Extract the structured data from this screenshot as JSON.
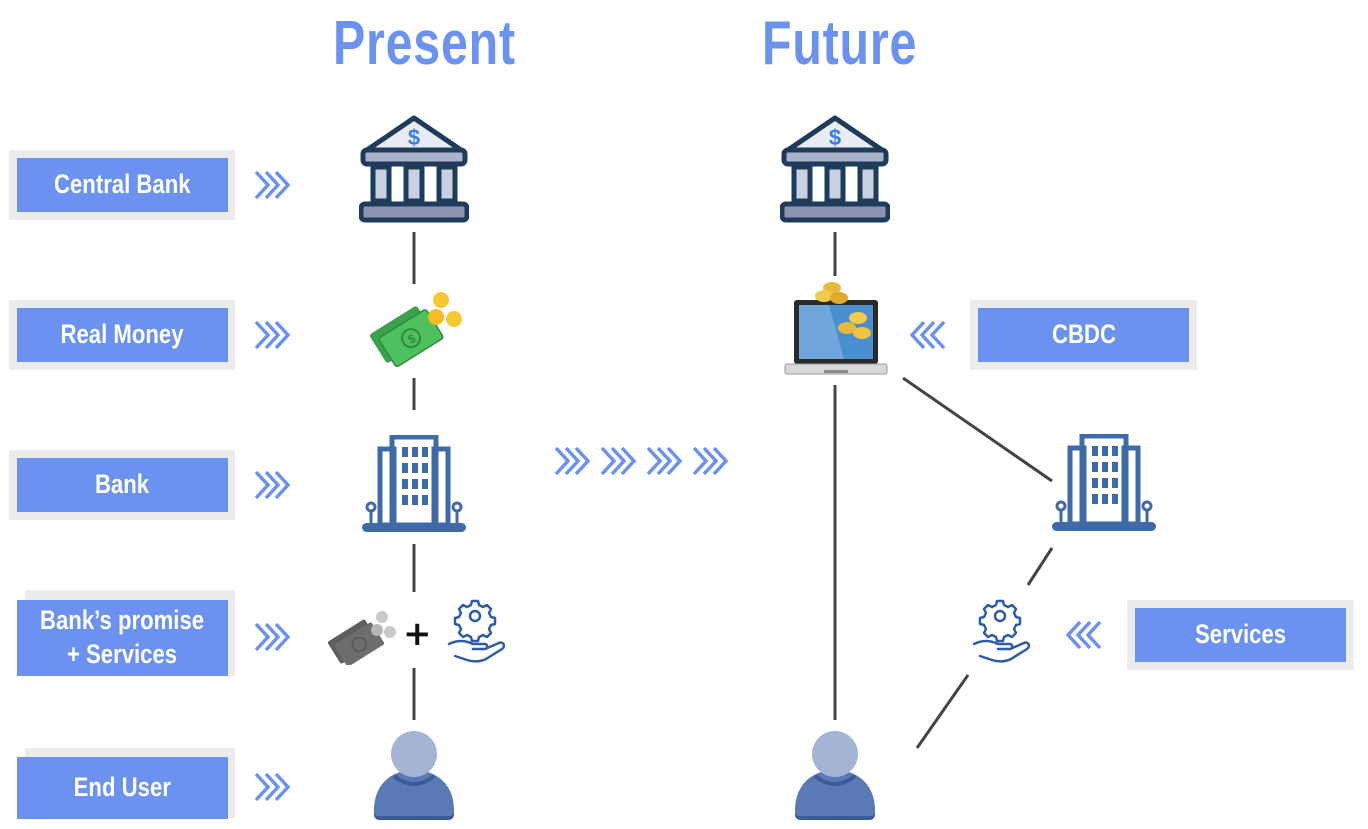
{
  "headings": {
    "present": "Present",
    "future": "Future"
  },
  "present_labels": [
    {
      "id": "central-bank",
      "text": "Central Bank"
    },
    {
      "id": "real-money",
      "text": "Real Money"
    },
    {
      "id": "bank",
      "text": "Bank"
    },
    {
      "id": "banks-promise",
      "text": "Bank’s promise\n+ Services"
    },
    {
      "id": "end-user",
      "text": "End User"
    }
  ],
  "future_labels": [
    {
      "id": "cbdc",
      "text": "CBDC"
    },
    {
      "id": "services",
      "text": "Services"
    }
  ],
  "present_icons": [
    "bank-building-icon",
    "cash-coins-icon",
    "office-building-icon",
    "faded-cash-icon",
    "plus-icon",
    "service-hand-gear-icon",
    "user-icon"
  ],
  "future_icons": [
    "bank-building-icon",
    "laptop-coins-icon",
    "office-building-icon",
    "service-hand-gear-icon",
    "user-icon"
  ],
  "plus_symbol": "+",
  "colors": {
    "accent": "#6b92f0",
    "label_shadow": "#ececec",
    "icon_dark": "#1f3b5a",
    "icon_blue": "#3f6aa8",
    "connector": "#444444"
  }
}
